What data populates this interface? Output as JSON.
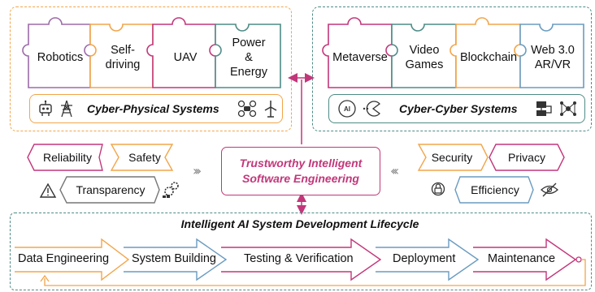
{
  "cyber_physical": {
    "pieces": [
      "Robotics",
      "Self-\ndriving",
      "UAV",
      "Power\n&\nEnergy"
    ],
    "title": "Cyber-Physical Systems",
    "icons": [
      "robot-icon",
      "power-tower-icon",
      "drone-icon",
      "wind-turbine-icon"
    ]
  },
  "cyber_cyber": {
    "pieces": [
      "Metaverse",
      "Video\nGames",
      "Blockchain",
      "Web 3.0\nAR/VR"
    ],
    "title": "Cyber-Cyber Systems",
    "icons": [
      "ai-brain-icon",
      "pacman-icon",
      "blockchain-icon",
      "network-icon"
    ]
  },
  "center": {
    "title": "Trustworthy Intelligent Software Engineering"
  },
  "left_tags": [
    "Reliability",
    "Safety",
    "Transparency"
  ],
  "right_tags": [
    "Security",
    "Privacy",
    "Efficiency"
  ],
  "lifecycle": {
    "title": "Intelligent AI System Development Lifecycle",
    "stages": [
      "Data Engineering",
      "System Building",
      "Testing & Verification",
      "Deployment",
      "Maintenance"
    ]
  },
  "colors": {
    "orange": "#f2a54a",
    "teal": "#4e8c86",
    "magenta": "#c2377a",
    "blue": "#6a9bc0",
    "purple": "#9b6ba8",
    "green": "#5a9a6a",
    "gray": "#777777"
  }
}
